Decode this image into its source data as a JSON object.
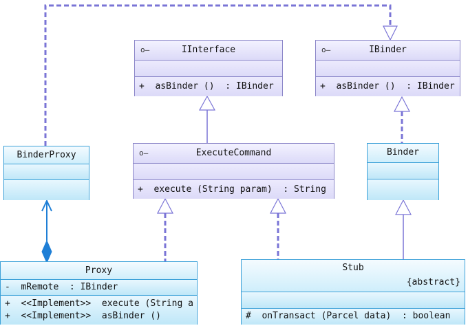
{
  "classes": {
    "iinterface": {
      "name": "IInterface",
      "marker": "o—",
      "methods": [
        "+  asBinder ()  : IBinder"
      ]
    },
    "ibinder": {
      "name": "IBinder",
      "marker": "o—",
      "methods": [
        "+  asBinder ()  : IBinder"
      ]
    },
    "executecommand": {
      "name": "ExecuteCommand",
      "marker": "o—",
      "methods": [
        "+  execute (String param)  : String"
      ]
    },
    "binder": {
      "name": "Binder"
    },
    "binderproxy": {
      "name": "BinderProxy"
    },
    "proxy": {
      "name": "Proxy",
      "attributes": [
        "-  mRemote  : IBinder"
      ],
      "methods": [
        "+  <<Implement>>  execute (String a",
        "+  <<Implement>>  asBinder ()"
      ]
    },
    "stub": {
      "name": "Stub",
      "stereotype": "{abstract}",
      "methods": [
        "#  onTransact (Parcel data)  : boolean"
      ]
    }
  },
  "colors": {
    "interface_border": "#8a85c8",
    "class_border": "#3aa0d8",
    "dependency_line": "#7a74d6",
    "composition_line": "#1f7fd6"
  }
}
